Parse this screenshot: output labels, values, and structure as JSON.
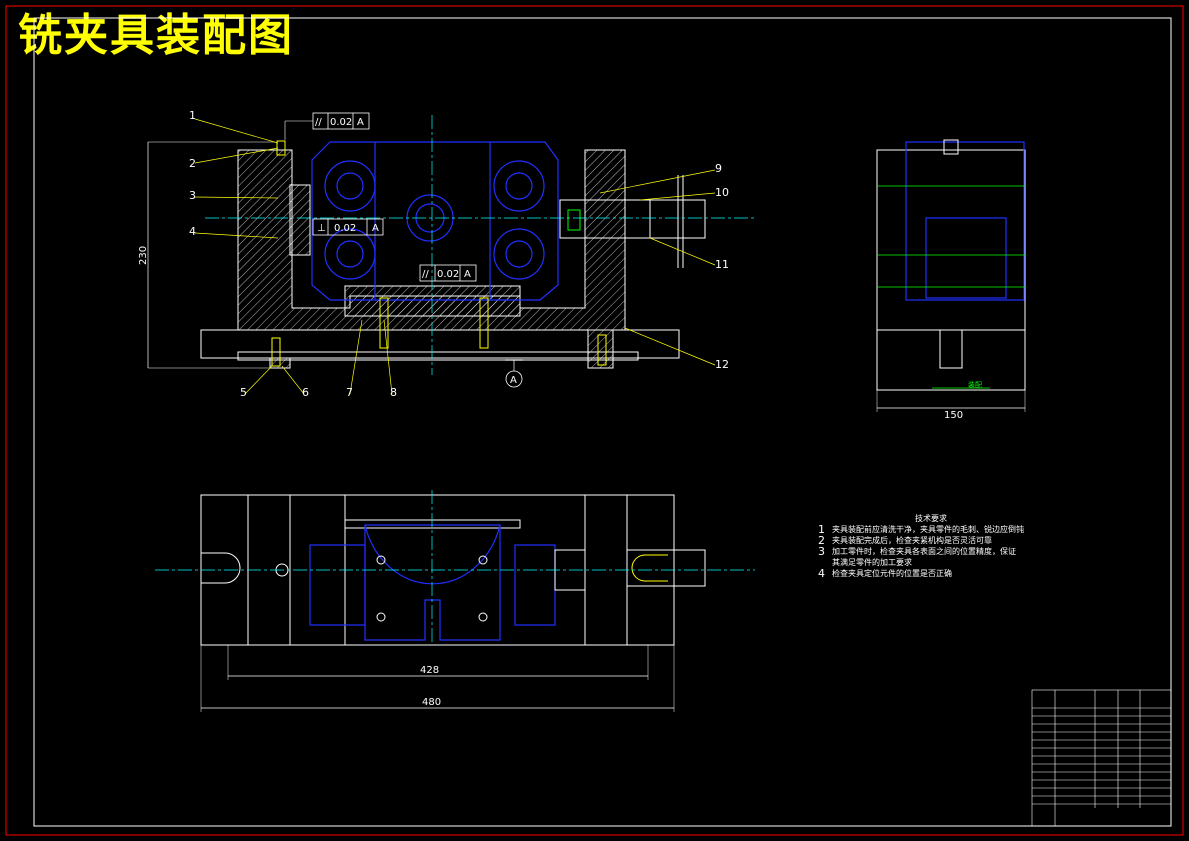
{
  "title": "铣夹具装配图",
  "front_view": {
    "part_numbers": [
      "1",
      "2",
      "3",
      "4",
      "5",
      "6",
      "7",
      "8",
      "9",
      "10",
      "11",
      "12"
    ],
    "tolerance_frames": [
      {
        "symbol": "//",
        "value": "0.02",
        "datum": "A"
      },
      {
        "symbol": "⊥",
        "value": "0.02",
        "datum": "A"
      },
      {
        "symbol": "//",
        "value": "0.02",
        "datum": "A"
      }
    ],
    "height_dim": "230",
    "datum_label": "A"
  },
  "side_view": {
    "width_dim": "150",
    "label": "装配"
  },
  "top_view": {
    "inner_dim": "428",
    "outer_dim": "480"
  },
  "notes": {
    "heading": "技术要求",
    "items": [
      {
        "num": "1",
        "text": "夹具装配前应清洗干净，夹具零件的毛刺、锐边应倒钝"
      },
      {
        "num": "2",
        "text": "夹具装配完成后，检查夹紧机构是否灵活可靠"
      },
      {
        "num": "3",
        "text": "加工零件时，检查夹具各表面之间的位置精度，保证"
      },
      {
        "num": "",
        "text": "其满足零件的加工要求"
      },
      {
        "num": "4",
        "text": "检查夹具定位元件的位置是否正确"
      }
    ]
  },
  "colors": {
    "outline": "#ffffff",
    "part": "#0000ff",
    "center": "#00ffff",
    "hatch": "#ffffff",
    "bolt": "#ffff00",
    "green": "#00ff00",
    "frame": "#ff0000",
    "title": "#ffff00"
  }
}
